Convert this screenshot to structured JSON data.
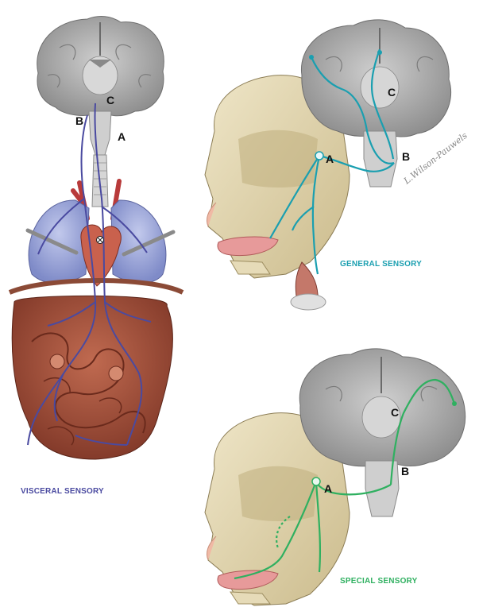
{
  "colors": {
    "visceral": "#4a4aa0",
    "general": "#1a9fb0",
    "special": "#2fb060",
    "brain_gray": "#9a9a9a",
    "bone": "#e3d6b2",
    "lung": "#9aa6d6",
    "gut": "#a8553f"
  },
  "visceral": {
    "label_a": "A",
    "label_b": "B",
    "label_c": "C",
    "caption": "VISCERAL SENSORY"
  },
  "general": {
    "label_a": "A",
    "label_b": "B",
    "label_c": "C",
    "caption": "GENERAL SENSORY",
    "signature": "L.Wilson-Pauwels"
  },
  "special": {
    "label_a": "A",
    "label_b": "B",
    "label_c": "C",
    "caption": "SPECIAL SENSORY"
  }
}
